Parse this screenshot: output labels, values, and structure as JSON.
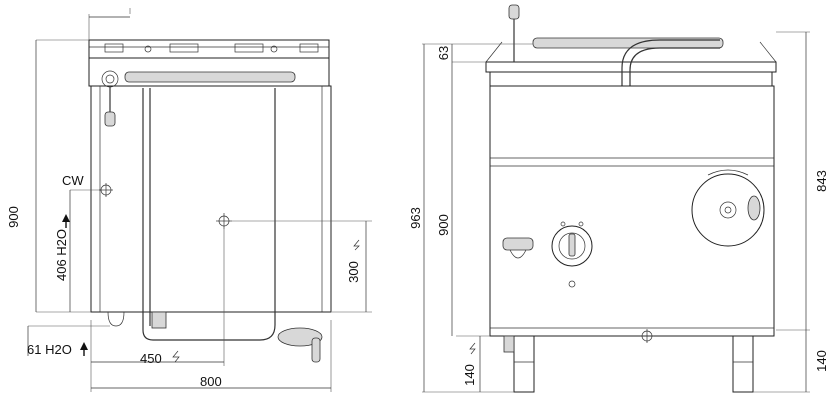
{
  "labels": {
    "cw": "CW",
    "h2o_upper": "406 H2O",
    "h2o_lower": "61 H2O",
    "dim_900_left": "900",
    "dim_300": "300",
    "dim_450": "450",
    "dim_800": "800",
    "dim_963": "963",
    "dim_900_mid": "900",
    "dim_63": "63",
    "dim_843": "843",
    "dim_140_mid": "140",
    "dim_140_right": "140"
  },
  "icons": {
    "arrow_up": "up-arrow-icon",
    "electric_symbol": "electric-lightning-icon"
  }
}
